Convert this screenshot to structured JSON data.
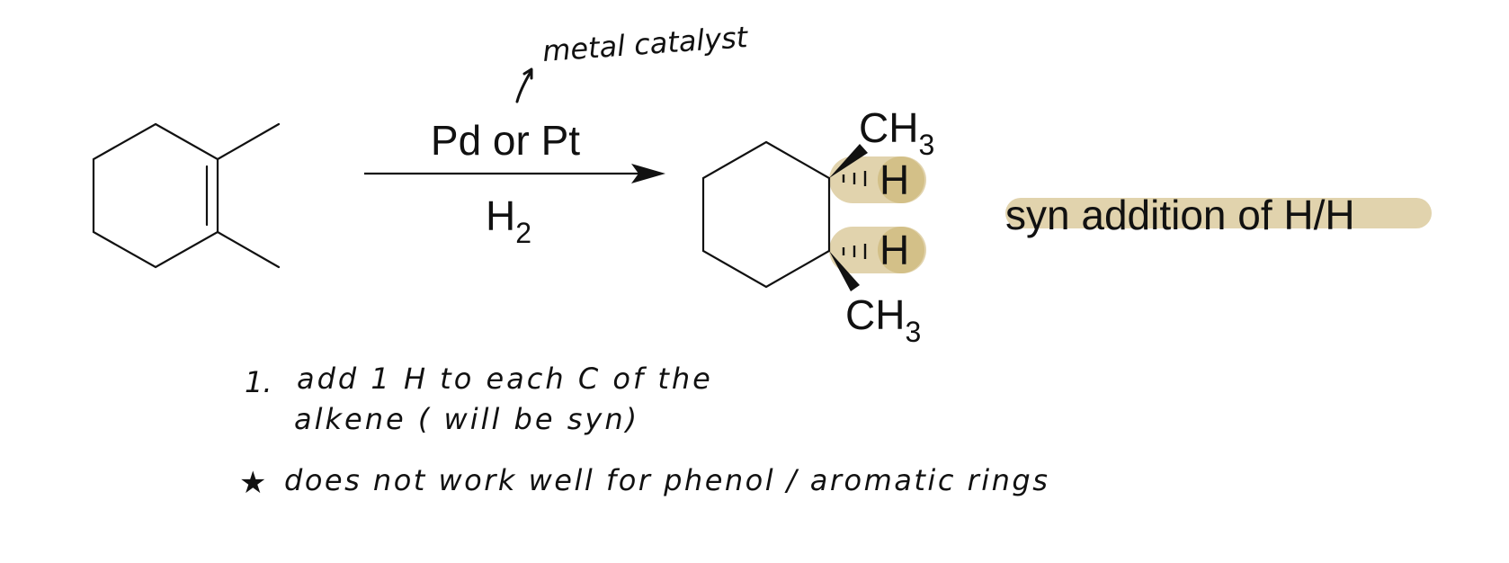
{
  "reaction": {
    "reagent_top": "Pd or Pt",
    "reagent_bottom_main": "H",
    "reagent_bottom_sub": "2",
    "catalyst_note": "metal catalyst"
  },
  "product": {
    "ch3_top_main": "CH",
    "ch3_top_sub": "3",
    "ch3_bottom_main": "CH",
    "ch3_bottom_sub": "3",
    "h_top": "H",
    "h_bottom": "H"
  },
  "highlight_label": "syn addition of H/H",
  "notes": {
    "step_number": "1.",
    "step_line1": "add 1 H  to each C of the",
    "step_line2": "alkene ( will be syn)",
    "star_note": "does not work well for phenol / aromatic rings"
  },
  "colors": {
    "ink": "#111111",
    "highlight": "#d8c796"
  }
}
